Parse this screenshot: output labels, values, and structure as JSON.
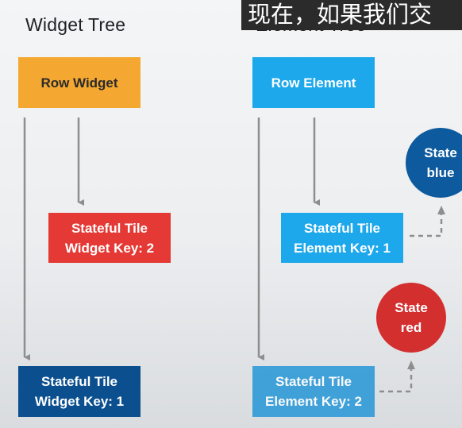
{
  "subtitle": "现在，如果我们交",
  "widget_tree": {
    "heading": "Widget Tree",
    "row": "Row Widget",
    "tile_key2": {
      "line1": "Stateful Tile",
      "line2": "Widget Key: 2"
    },
    "tile_key1": {
      "line1": "Stateful Tile",
      "line2": "Widget Key: 1"
    }
  },
  "element_tree": {
    "heading": "Element Tree",
    "row": "Row Element",
    "tile_key1": {
      "line1": "Stateful Tile",
      "line2": "Element Key: 1"
    },
    "tile_key2": {
      "line1": "Stateful Tile",
      "line2": "Element Key: 2"
    }
  },
  "states": {
    "blue": {
      "line1": "State",
      "line2": "blue"
    },
    "red": {
      "line1": "State",
      "line2": "red"
    }
  },
  "colors": {
    "row_widget": "#f4a831",
    "row_element": "#1da8ec",
    "widget_key2": "#e53935",
    "widget_key1": "#0b4f8f",
    "element_tile": "#1da8ec",
    "state_blue": "#0d5a9e",
    "state_red": "#d32f2f",
    "arrow": "#8e8e8e"
  }
}
